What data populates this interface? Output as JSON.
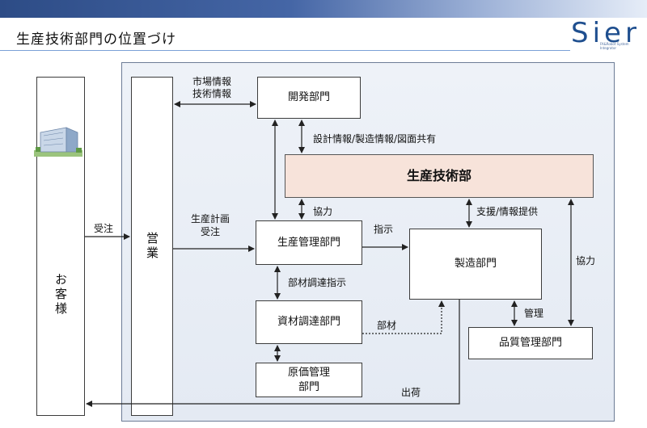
{
  "slide": {
    "title": "生産技術部門の位置づけ",
    "logo_text": "Sier",
    "logo_subtext": "FA&Robot System Integrator"
  },
  "boxes": {
    "customer": "お客様",
    "sales": "営業",
    "development": "開発部門",
    "production_engineering": "生産技術部",
    "production_control": "生産管理部門",
    "manufacturing": "製造部門",
    "procurement": "資材調達部門",
    "quality": "品質管理部門",
    "cost_line1": "原価管理",
    "cost_line2": "部門"
  },
  "labels": {
    "market_info_line1": "市場情報",
    "market_info_line2": "技術情報",
    "order": "受注",
    "design_share": "設計情報/製造情報/図面共有",
    "cooperation": "協力",
    "plan_line1": "生産計画",
    "plan_line2": "受注",
    "instruction": "指示",
    "support": "支援/情報提供",
    "cooperation_right": "協力",
    "material_instruction": "部材調達指示",
    "management": "管理",
    "materials": "部材",
    "shipping": "出荷"
  },
  "colors": {
    "accent_header": "#2d4c86",
    "production_engineering_fill": "#f7e3da",
    "panel_fill": "#e8edf5"
  }
}
